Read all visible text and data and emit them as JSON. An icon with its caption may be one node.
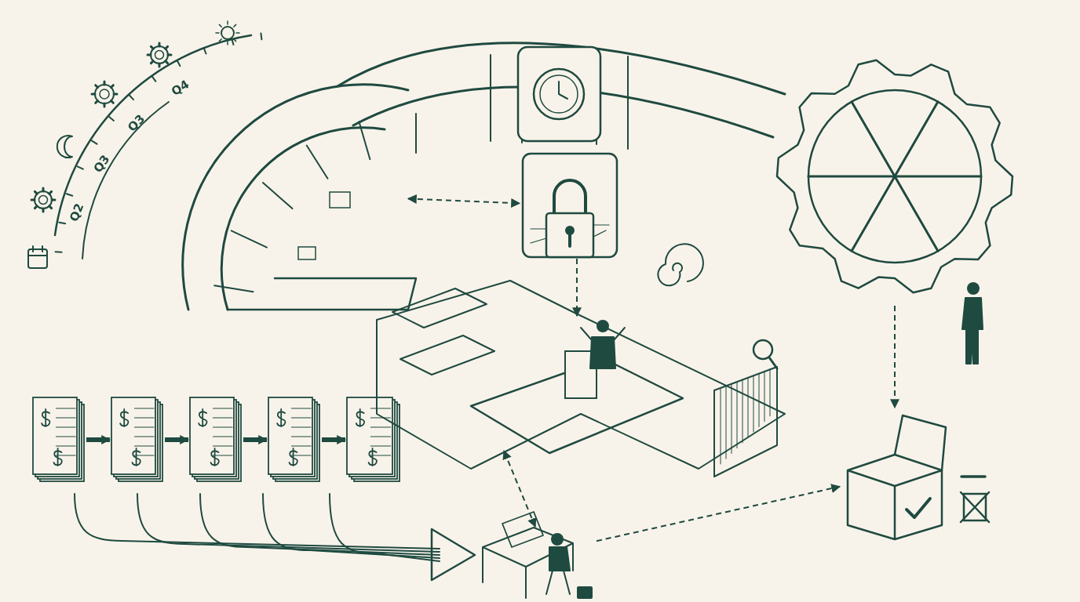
{
  "diagram": {
    "nodes": [
      {
        "text": [],
        "shape": "picture"
      },
      {
        "text": [],
        "shape": "picture"
      },
      {
        "text": [],
        "shape": "picture"
      },
      {
        "text": [],
        "shape": "picture"
      },
      {
        "text": [],
        "shape": "picture"
      },
      {
        "text": [],
        "shape": "picture"
      },
      {
        "text": [],
        "shape": "picture"
      },
      {
        "text": [],
        "shape": "picture"
      },
      {
        "text": [],
        "shape": "picture"
      },
      {
        "text": [],
        "shape": "picture"
      },
      {
        "text": [],
        "shape": "picture"
      }
    ],
    "edges": [
      {
        "from": 0,
        "to": 1,
        "arrow": "to",
        "style": "thick"
      },
      {
        "from": 1,
        "to": 2,
        "arrow": "to",
        "style": "thick"
      },
      {
        "from": 2,
        "to": 3,
        "arrow": "to",
        "style": "thick"
      },
      {
        "from": 3,
        "to": 4,
        "arrow": "to",
        "style": "thick"
      },
      {
        "from": 5,
        "to": 7,
        "arrow": "both",
        "style": "dashed"
      },
      {
        "from": 7,
        "to": 8,
        "arrow": "to",
        "style": "dashed"
      },
      {
        "from": 6,
        "to": 10,
        "arrow": "to",
        "style": "dashed"
      },
      {
        "from": 9,
        "to": 10,
        "arrow": "to",
        "style": "dashed"
      },
      {
        "from": 9,
        "to": 8,
        "arrow": "both",
        "style": "dashed"
      }
    ],
    "labels": [
      "Q2",
      "Q3",
      "Q3",
      "Q4"
    ]
  }
}
